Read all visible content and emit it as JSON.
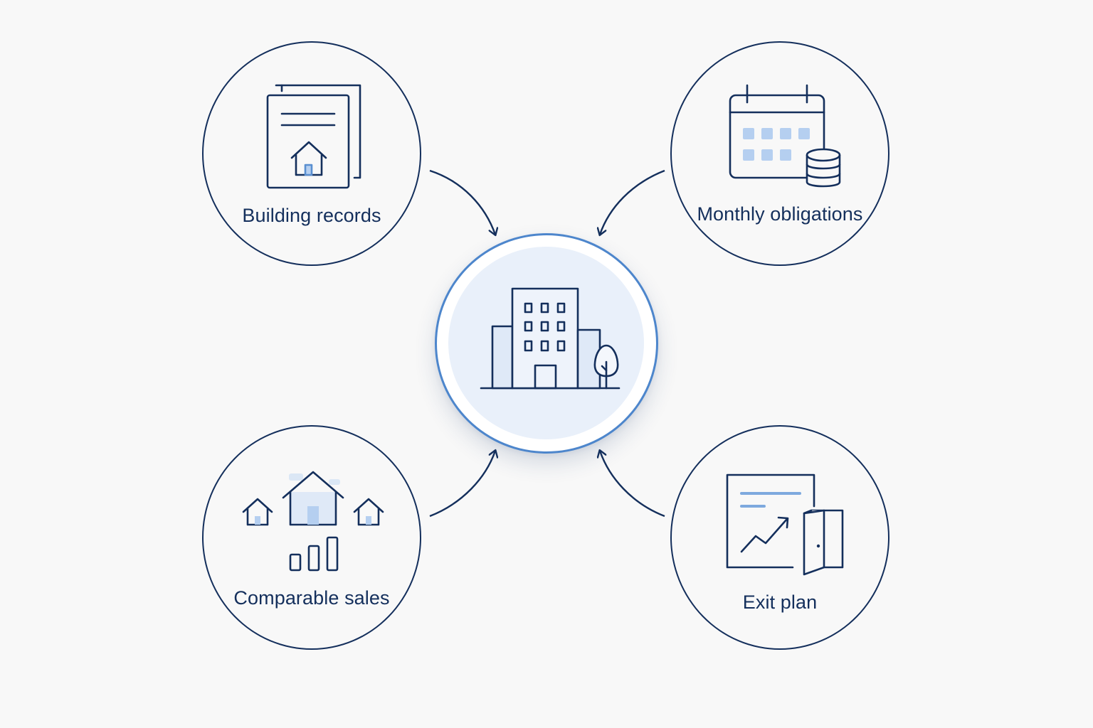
{
  "diagram": {
    "center": {
      "icon": "office-building-icon"
    },
    "nodes": [
      {
        "id": "building-records",
        "label": "Building records",
        "icon": "stacked-documents-house-icon"
      },
      {
        "id": "monthly-obligations",
        "label": "Monthly obligations",
        "icon": "calendar-coins-icon"
      },
      {
        "id": "comparable-sales",
        "label": "Comparable sales",
        "icon": "houses-bar-chart-icon"
      },
      {
        "id": "exit-plan",
        "label": "Exit plan",
        "icon": "chart-open-door-icon"
      }
    ]
  },
  "colors": {
    "outline": "#142f5c",
    "accent": "#4d86cc",
    "light_fill": "#b5cff0",
    "background": "#f8f8f8"
  }
}
